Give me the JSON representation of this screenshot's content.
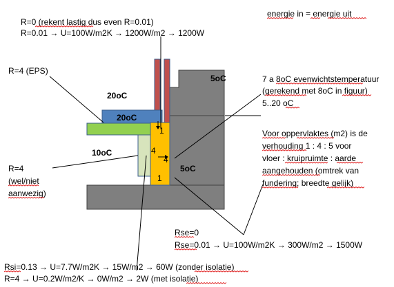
{
  "header": {
    "energy_balance": "energie in = energie uit"
  },
  "top_note": {
    "line1": "R=0 (rekent lastig dus even R=0.01)",
    "line2": "R=0.01 → U=100W/m2K → 1200W/m2 → 1200W"
  },
  "eps_label": "R=4 (EPS)",
  "temps": {
    "wall_20": "20oC",
    "floor_20": "20oC",
    "crawl_10": "10oC",
    "outdoor_5": "5oC",
    "ground_5": "5oC"
  },
  "ratios": {
    "top": "1",
    "left": "4",
    "right": "4",
    "bottom": "1"
  },
  "equilibrium": {
    "line1": "7 a 8oC evenwichtstemperatuur",
    "line2": "(gerekend met 8oC in figuur)",
    "line3": "5..20 oC"
  },
  "ratio_note": {
    "line1": "Voor oppervlaktes (m2) is  de",
    "line2": "verhouding 1 : 4 : 5  voor",
    "line3": "vloer : kruipruimte : aarde",
    "line4": "aangehouden (omtrek van",
    "line5": "fundering; breedte gelijk)"
  },
  "r4_note": {
    "line1": "R=4",
    "line2": "(wel/niet",
    "line3": "aanwezig)"
  },
  "rse": {
    "line1": "Rse=0",
    "line2": "Rse=0.01 → U=100W/m2K → 300W/m2 → 1500W"
  },
  "rsi": {
    "line1": "Rsi=0.13 → U=7.7W/m2K → 15W/m2 → 60W (zonder isolatie)",
    "line2": "R=4 → U=0.2W/m2/K → 0W/m2 → 2W (met isolatie)"
  },
  "colors": {
    "concrete": "#7f7f7f",
    "floor_slab": "#4f81bd",
    "eps_insulation": "#92d050",
    "crawl_insulation": "#d7e4bc",
    "orange_zone": "#ffc000",
    "wall_leaf": "#c0504d",
    "outline": "#3b5e8c"
  }
}
